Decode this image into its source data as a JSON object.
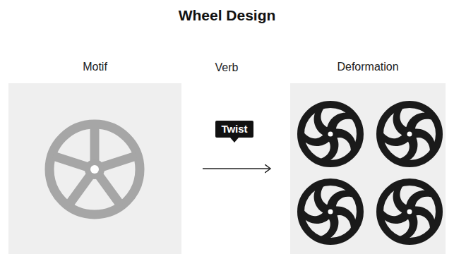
{
  "diagram": {
    "title": "Wheel Design",
    "nodes": [
      {
        "text": [
          "Motif"
        ]
      },
      {
        "text": [
          "Deformation"
        ]
      }
    ],
    "edges": [
      {
        "from": 0,
        "to": 1,
        "label": "Twist",
        "arrow": "to"
      }
    ],
    "labels": [
      "Verb"
    ]
  }
}
